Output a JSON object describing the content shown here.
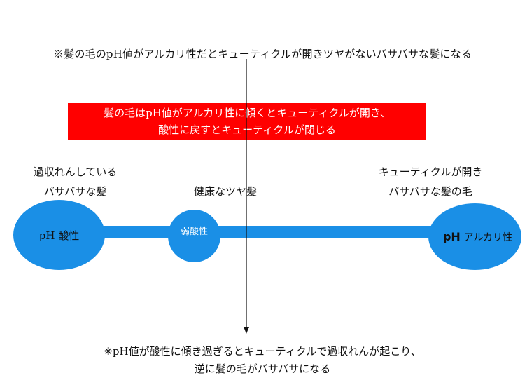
{
  "top_note": "※髪の毛のpH値がアルカリ性だとキューティクルが開きツヤがないバサバサな髪になる",
  "red_box": {
    "line1": "髪の毛はpH値がアルカリ性に傾くとキューティクルが開き、",
    "line2": "酸性に戻すとキューティクルが閉じる"
  },
  "left": {
    "label_line1": "過収れんしている",
    "label_line2": "バサバサな髪",
    "ellipse_label": "pH 酸性"
  },
  "middle": {
    "label": "健康なツヤ髪",
    "ellipse_label": "弱酸性"
  },
  "right": {
    "label_line1": "キューティクルが開き",
    "label_line2": "バサバサな髪の毛",
    "ellipse_ph": "pH",
    "ellipse_label": "アルカリ性"
  },
  "bottom_note": {
    "line1": "※pH値が酸性に傾き過ぎるとキューティクルで過収れんが起こり、",
    "line2": "逆に髪の毛がバサバサになる"
  },
  "colors": {
    "accent_blue": "#1a8fe6",
    "highlight_red": "#ff0000",
    "text": "#111111"
  }
}
